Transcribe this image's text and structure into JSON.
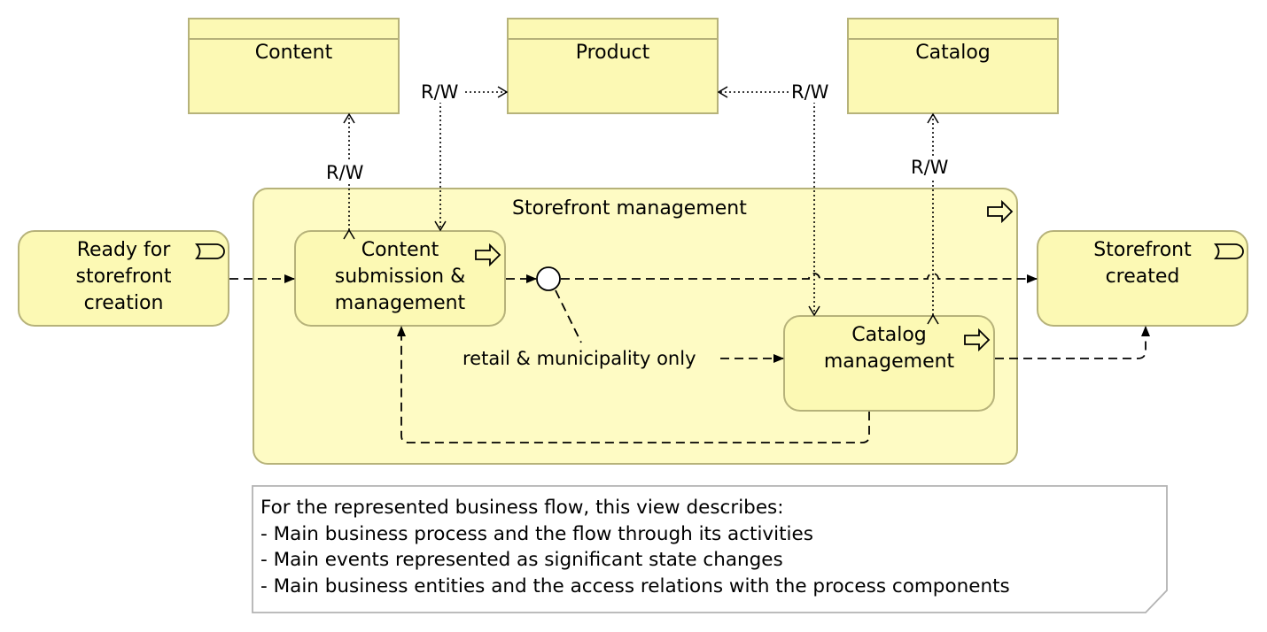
{
  "objects": {
    "content": "Content",
    "product": "Product",
    "catalog": "Catalog"
  },
  "group": {
    "title": "Storefront management"
  },
  "events": {
    "start": [
      "Ready for",
      "storefront",
      "creation"
    ],
    "end": [
      "Storefront",
      "created"
    ]
  },
  "processes": {
    "content_submission": [
      "Content",
      "submission &",
      "management"
    ],
    "catalog_management": [
      "Catalog",
      "management"
    ]
  },
  "access_labels": {
    "content_rw": "R/W",
    "product_left_rw": "R/W",
    "product_right_rw": "R/W",
    "catalog_rw": "R/W"
  },
  "flow_labels": {
    "junction_condition": "retail & municipality only"
  },
  "note": {
    "lines": [
      "For the represented business flow, this view describes:",
      "- Main business process and the flow through its activities",
      "- Main events represented as significant state changes",
      "- Main business entities and the access relations with the process components"
    ]
  },
  "colors": {
    "element_fill": "#fcf9b4",
    "group_fill": "#fefbc4",
    "border": "#b6b27a",
    "note_border": "#b3b3b3"
  },
  "icons": [
    "business-event-icon",
    "business-process-icon"
  ]
}
